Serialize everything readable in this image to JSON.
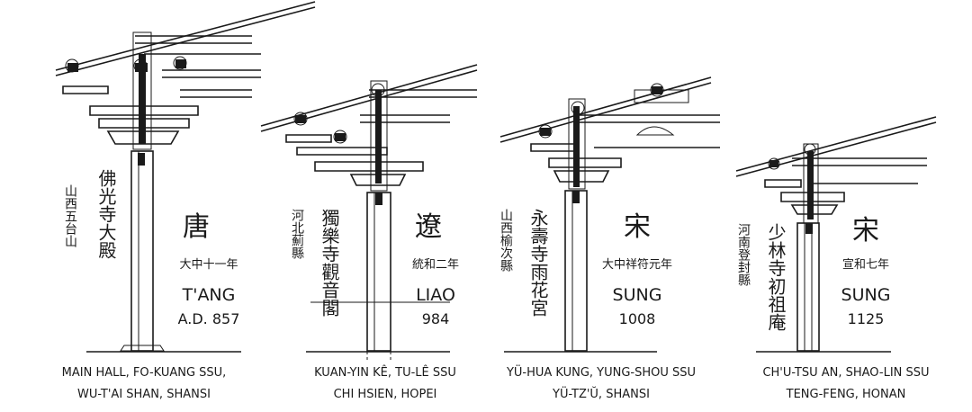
{
  "panels": [
    {
      "id": "tang",
      "dynasty_char": "唐",
      "reign_date": "大中十一年",
      "dynasty_name": "T'ANG",
      "year": "A.D. 857",
      "temple_name": "佛光寺大殿",
      "location_cn": "山西五台山",
      "caption_line1": "MAIN HALL, FO-KUANG SSU,",
      "caption_line2": "WU-T'AI SHAN, SHANSI"
    },
    {
      "id": "liao",
      "dynasty_char": "遼",
      "reign_date": "統和二年",
      "dynasty_name": "LIAO",
      "year": "984",
      "temple_name": "獨樂寺觀音閣",
      "location_cn": "河北薊縣",
      "caption_line1": "KUAN-YIN KÊ, TU-LÊ SSU",
      "caption_line2": "CHI HSIEN, HOPEI"
    },
    {
      "id": "sung-1008",
      "dynasty_char": "宋",
      "reign_date": "大中祥符元年",
      "dynasty_name": "SUNG",
      "year": "1008",
      "temple_name": "永壽寺雨花宮",
      "location_cn": "山西榆次縣",
      "caption_line1": "YÜ-HUA KUNG, YUNG-SHOU SSU",
      "caption_line2": "YÜ-TZ'Ŭ, SHANSI"
    },
    {
      "id": "sung-1125",
      "dynasty_char": "宋",
      "reign_date": "宣和七年",
      "dynasty_name": "SUNG",
      "year": "1125",
      "temple_name": "少林寺初祖庵",
      "location_cn": "河南登封縣",
      "caption_line1": "CH'U-TSU AN, SHAO-LIN SSU",
      "caption_line2": "TENG-FENG, HONAN"
    }
  ],
  "colors": {
    "ink": "#1a1a1a",
    "paper": "#ffffff"
  }
}
